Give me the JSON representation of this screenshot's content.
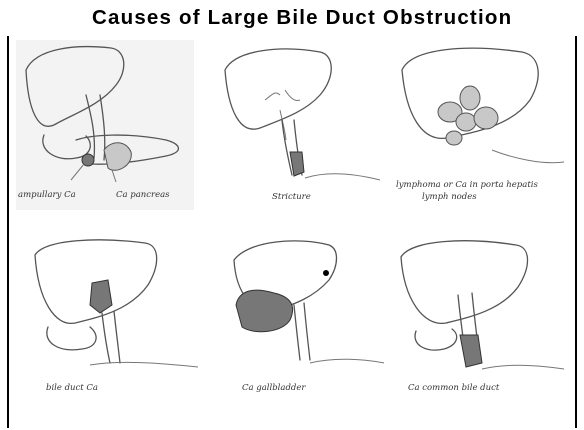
{
  "title": "Causes of Large Bile Duct Obstruction",
  "panels": [
    {
      "captions": [
        "ampullary Ca",
        "Ca pancreas"
      ]
    },
    {
      "captions": [
        "Stricture"
      ]
    },
    {
      "captions": [
        "lymphoma or Ca in porta hepatis",
        "lymph nodes"
      ]
    },
    {
      "captions": [
        "bile duct Ca"
      ]
    },
    {
      "captions": [
        "Ca gallbladder"
      ]
    },
    {
      "captions": [
        "Ca common bile duct"
      ]
    }
  ]
}
